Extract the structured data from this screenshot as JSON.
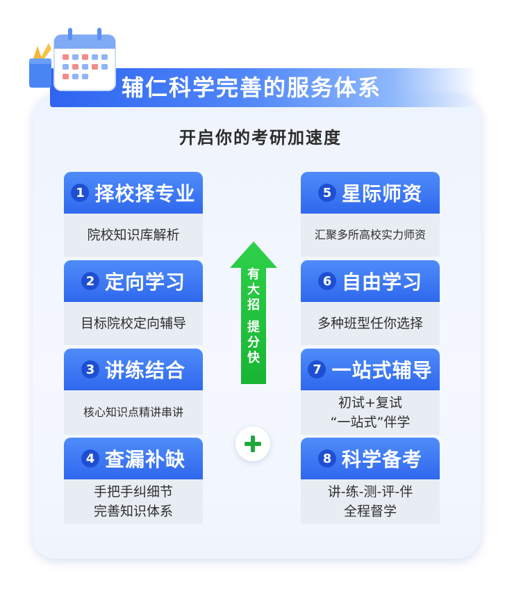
{
  "title": "辅仁科学完善的服务体系",
  "subtitle": "开启你的考研加速度",
  "arrow_lines": [
    "有",
    "大",
    "招",
    "",
    "提",
    "分",
    "快"
  ],
  "colors": {
    "card_head": "#2f68ee",
    "number_badge": "#1e4fd2",
    "card_body": "#e8edf3",
    "arrow_green": "#22c03a",
    "plus_green": "#1ea83a"
  },
  "cards": [
    {
      "num": "1",
      "title": "择校择专业",
      "lines": [
        "院校知识库解析"
      ]
    },
    {
      "num": "2",
      "title": "定向学习",
      "lines": [
        "目标院校定向辅导"
      ]
    },
    {
      "num": "3",
      "title": "讲练结合",
      "lines": [
        "核心知识点精讲串讲"
      ]
    },
    {
      "num": "4",
      "title": "查漏补缺",
      "lines": [
        "手把手纠细节",
        "完善知识体系"
      ]
    },
    {
      "num": "5",
      "title": "星际师资",
      "lines": [
        "汇聚多所高校实力师资"
      ]
    },
    {
      "num": "6",
      "title": "自由学习",
      "lines": [
        "多种班型任你选择"
      ]
    },
    {
      "num": "7",
      "title": "一站式辅导",
      "lines": [
        "初试+复试",
        "“一站式”伴学"
      ]
    },
    {
      "num": "8",
      "title": "科学备考",
      "lines": [
        "讲-练-测-评-伴",
        "全程督学"
      ]
    }
  ]
}
